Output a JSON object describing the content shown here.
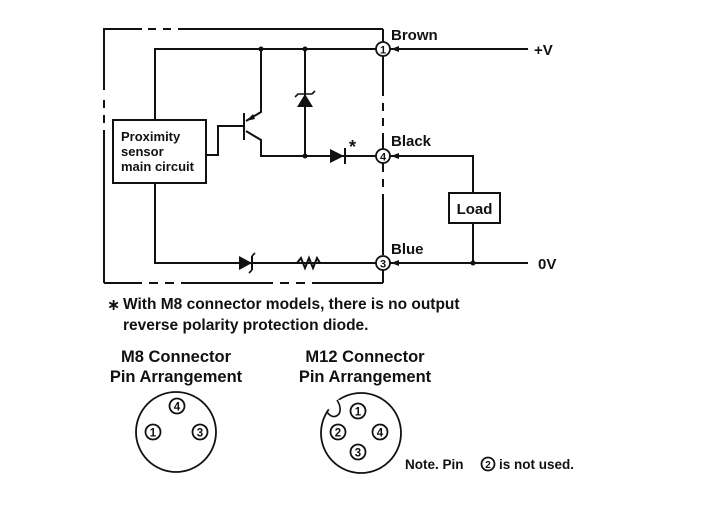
{
  "diagram": {
    "type": "wiring-diagram",
    "sensor_circuit_label": [
      "Proximity",
      "sensor",
      "main circuit"
    ],
    "load_label": "Load",
    "terminals": [
      {
        "pin": "1",
        "wire_color": "Brown",
        "supply": "+V"
      },
      {
        "pin": "4",
        "wire_color": "Black",
        "supply": ""
      },
      {
        "pin": "3",
        "wire_color": "Blue",
        "supply": "0V"
      }
    ],
    "asterisk_marker": "*",
    "footnote_marker": "∗",
    "footnote_line1": "With M8 connector models, there is no output",
    "footnote_line2": "reverse polarity protection diode."
  },
  "connectors": {
    "m8": {
      "title_line1": "M8 Connector",
      "title_line2": "Pin Arrangement",
      "pins": [
        "4",
        "1",
        "3"
      ]
    },
    "m12": {
      "title_line1": "M12 Connector",
      "title_line2": "Pin Arrangement",
      "pins": [
        "1",
        "2",
        "4",
        "3"
      ]
    },
    "note_prefix": "Note. Pin",
    "note_pin": "2",
    "note_suffix": "is not used."
  }
}
